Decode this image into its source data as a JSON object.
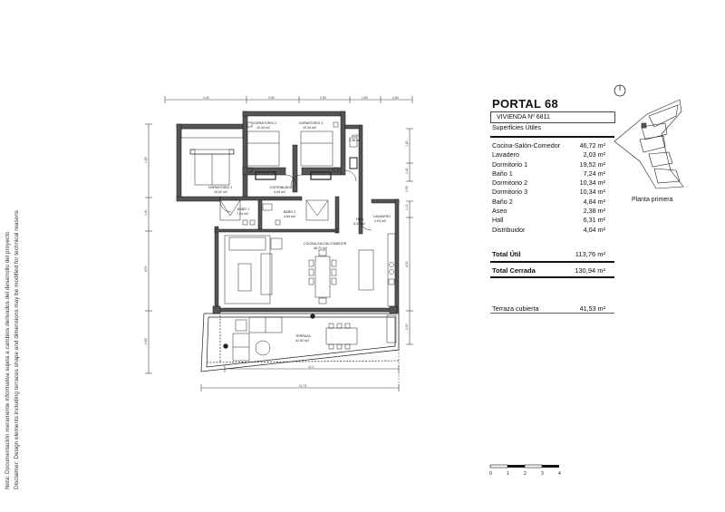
{
  "disclaimer": {
    "line1": "Nota: Documentación meramente informativa sujeta a cambios derivados del desarrollo del proyecto",
    "line2": "Disclaimer: Design elements including terraces shape and dimensions may be modified for technical reasons"
  },
  "sheet": {
    "title": "PORTAL 68",
    "unit": "VIVIENDA Nº 6811",
    "subtitle": "Superficies Útiles"
  },
  "areas": [
    {
      "name": "Cocina-Salón-Comedor",
      "value": "46,72 m²"
    },
    {
      "name": "Lavadero",
      "value": "2,03 m²"
    },
    {
      "name": "Dormitorio 1",
      "value": "19,52 m²"
    },
    {
      "name": "Baño 1",
      "value": "7,24 m²"
    },
    {
      "name": "Dormitorio 2",
      "value": "10,34 m²"
    },
    {
      "name": "Dormitorio 3",
      "value": "10,34 m²"
    },
    {
      "name": "Baño 2",
      "value": "4,84 m²"
    },
    {
      "name": "Aseo",
      "value": "2,38 m²"
    },
    {
      "name": "Hall",
      "value": "6,31 m²"
    },
    {
      "name": "Distribuidor",
      "value": "4,04 m²"
    }
  ],
  "totals": {
    "util_label": "Total Útil",
    "util_value": "113,76 m²",
    "cerrada_label": "Total Cerrada",
    "cerrada_value": "130,94 m²",
    "terraza_label": "Terraza cubierta",
    "terraza_value": "41,53 m²"
  },
  "site_plan": {
    "label": "Planta primera",
    "north_icon": "north-arrow-icon"
  },
  "scale_bar": {
    "ticks": [
      "0",
      "1",
      "2",
      "3",
      "4"
    ]
  },
  "floor_plan": {
    "rooms": {
      "dormitorio1": {
        "name": "DORMITORIO 1",
        "area": "19,52 m2"
      },
      "dormitorio2": {
        "name": "DORMITORIO 2",
        "area": "10,34 m2"
      },
      "dormitorio3": {
        "name": "DORMITORIO 3",
        "area": "10,34 m2"
      },
      "aseo": {
        "name": "ASEO",
        "area": "2,38 m2"
      },
      "distribuidor": {
        "name": "DISTRIBUIDOR",
        "area": "4,04 m2"
      },
      "bano1": {
        "name": "BAÑO 1",
        "area": "7,24 m2"
      },
      "bano2": {
        "name": "BAÑO 2",
        "area": "4,84 m2"
      },
      "hall": {
        "name": "HALL",
        "area": "6,31 m2"
      },
      "lavadero": {
        "name": "LAVADERO",
        "area": "2,03 m2"
      },
      "cocina": {
        "name": "COCINA-SALÓN-COMEDOR",
        "area": "46,72 m2"
      },
      "terraza": {
        "name": "TERRAZA",
        "area": "41,53 m2"
      }
    },
    "dimensions": {
      "top": [
        "4,40",
        "2,50",
        "2,50",
        "1,50",
        "1,60"
      ],
      "left": [
        "1,85",
        "1,60",
        "4,50",
        "2,65"
      ],
      "right": [
        "1,80",
        "1,40",
        "0,95",
        "1,00",
        "4,50",
        "2,50"
      ],
      "bottom": [
        "11,0",
        "11,73"
      ]
    }
  }
}
